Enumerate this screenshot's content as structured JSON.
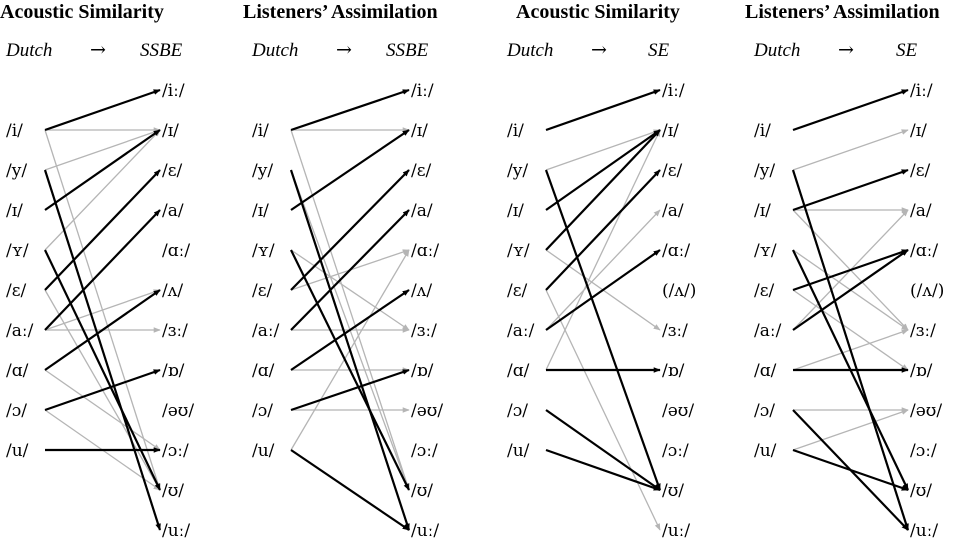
{
  "colors": {
    "strong": "#000000",
    "weak": "#b5b5b5"
  },
  "panels": [
    {
      "title": "Acoustic Similarity",
      "source_lang": "Dutch",
      "arrow": "→",
      "target_lang": "SSBE",
      "source_vowels": [
        "/i/",
        "/y/",
        "/ɪ/",
        "/ʏ/",
        "/ɛ/",
        "/aː/",
        "/ɑ/",
        "/ɔ/",
        "/u/"
      ],
      "target_vowels": [
        "/iː/",
        "/ɪ/",
        "/ɛ/",
        "/a/",
        "/ɑː/",
        "/ʌ/",
        "/ɜː/",
        "/ɒ/",
        "/əʊ/",
        "/ɔː/",
        "/ʊ/",
        "/uː/"
      ],
      "links": [
        {
          "from": "/i/",
          "to": "/iː/",
          "strength": "strong"
        },
        {
          "from": "/i/",
          "to": "/ɪ/",
          "strength": "weak"
        },
        {
          "from": "/i/",
          "to": "/ʊ/",
          "strength": "weak"
        },
        {
          "from": "/y/",
          "to": "/ɪ/",
          "strength": "weak"
        },
        {
          "from": "/y/",
          "to": "/uː/",
          "strength": "strong"
        },
        {
          "from": "/ɪ/",
          "to": "/ɪ/",
          "strength": "strong"
        },
        {
          "from": "/ʏ/",
          "to": "/ʊ/",
          "strength": "strong"
        },
        {
          "from": "/ʏ/",
          "to": "/ɪ/",
          "strength": "weak"
        },
        {
          "from": "/ɛ/",
          "to": "/ɛ/",
          "strength": "strong"
        },
        {
          "from": "/ɛ/",
          "to": "/ʊ/",
          "strength": "weak"
        },
        {
          "from": "/aː/",
          "to": "/a/",
          "strength": "strong"
        },
        {
          "from": "/aː/",
          "to": "/ɜː/",
          "strength": "weak"
        },
        {
          "from": "/aː/",
          "to": "/ʌ/",
          "strength": "weak"
        },
        {
          "from": "/ɑ/",
          "to": "/ʌ/",
          "strength": "strong"
        },
        {
          "from": "/ɑ/",
          "to": "/ɔː/",
          "strength": "weak"
        },
        {
          "from": "/ɔ/",
          "to": "/ɒ/",
          "strength": "strong"
        },
        {
          "from": "/ɔ/",
          "to": "/ʊ/",
          "strength": "weak"
        },
        {
          "from": "/u/",
          "to": "/ɔː/",
          "strength": "strong"
        }
      ]
    },
    {
      "title": "Listeners’ Assimilation",
      "source_lang": "Dutch",
      "arrow": "→",
      "target_lang": "SSBE",
      "source_vowels": [
        "/i/",
        "/y/",
        "/ɪ/",
        "/ʏ/",
        "/ɛ/",
        "/aː/",
        "/ɑ/",
        "/ɔ/",
        "/u/"
      ],
      "target_vowels": [
        "/iː/",
        "/ɪ/",
        "/ɛ/",
        "/a/",
        "/ɑː/",
        "/ʌ/",
        "/ɜː/",
        "/ɒ/",
        "/əʊ/",
        "/ɔː/",
        "/ʊ/",
        "/uː/"
      ],
      "links": [
        {
          "from": "/i/",
          "to": "/iː/",
          "strength": "strong"
        },
        {
          "from": "/i/",
          "to": "/ɪ/",
          "strength": "weak"
        },
        {
          "from": "/i/",
          "to": "/ʊ/",
          "strength": "weak"
        },
        {
          "from": "/y/",
          "to": "/uː/",
          "strength": "strong"
        },
        {
          "from": "/y/",
          "to": "/ʊ/",
          "strength": "weak"
        },
        {
          "from": "/ɪ/",
          "to": "/ɪ/",
          "strength": "strong"
        },
        {
          "from": "/ʏ/",
          "to": "/ʊ/",
          "strength": "strong"
        },
        {
          "from": "/ʏ/",
          "to": "/ɜː/",
          "strength": "weak"
        },
        {
          "from": "/ɛ/",
          "to": "/ɛ/",
          "strength": "strong"
        },
        {
          "from": "/ɛ/",
          "to": "/ɑː/",
          "strength": "weak"
        },
        {
          "from": "/aː/",
          "to": "/a/",
          "strength": "strong"
        },
        {
          "from": "/aː/",
          "to": "/ɜː/",
          "strength": "weak"
        },
        {
          "from": "/ɑ/",
          "to": "/ʌ/",
          "strength": "strong"
        },
        {
          "from": "/ɑ/",
          "to": "/ɒ/",
          "strength": "weak"
        },
        {
          "from": "/ɔ/",
          "to": "/ɒ/",
          "strength": "strong"
        },
        {
          "from": "/ɔ/",
          "to": "/əʊ/",
          "strength": "weak"
        },
        {
          "from": "/u/",
          "to": "/uː/",
          "strength": "strong"
        },
        {
          "from": "/u/",
          "to": "/ɑː/",
          "strength": "weak"
        }
      ]
    },
    {
      "title": "Acoustic Similarity",
      "source_lang": "Dutch",
      "arrow": "→",
      "target_lang": "SE",
      "source_vowels": [
        "/i/",
        "/y/",
        "/ɪ/",
        "/ʏ/",
        "/ɛ/",
        "/aː/",
        "/ɑ/",
        "/ɔ/",
        "/u/"
      ],
      "target_vowels": [
        "/iː/",
        "/ɪ/",
        "/ɛ/",
        "/a/",
        "/ɑː/",
        "(/ʌ/)",
        "/ɜː/",
        "/ɒ/",
        "/əʊ/",
        "/ɔː/",
        "/ʊ/",
        "/uː/"
      ],
      "links": [
        {
          "from": "/i/",
          "to": "/iː/",
          "strength": "strong"
        },
        {
          "from": "/y/",
          "to": "/ɪ/",
          "strength": "weak"
        },
        {
          "from": "/y/",
          "to": "/ʊ/",
          "strength": "strong"
        },
        {
          "from": "/ɪ/",
          "to": "/ɪ/",
          "strength": "strong"
        },
        {
          "from": "/ʏ/",
          "to": "/ɪ/",
          "strength": "strong"
        },
        {
          "from": "/ʏ/",
          "to": "/ɜː/",
          "strength": "weak"
        },
        {
          "from": "/ɛ/",
          "to": "/ɛ/",
          "strength": "strong"
        },
        {
          "from": "/ɛ/",
          "to": "/uː/",
          "strength": "weak"
        },
        {
          "from": "/aː/",
          "to": "/ɑː/",
          "strength": "strong"
        },
        {
          "from": "/aː/",
          "to": "/a/",
          "strength": "weak"
        },
        {
          "from": "/ɑ/",
          "to": "/ɒ/",
          "strength": "strong"
        },
        {
          "from": "/ɑ/",
          "to": "/ɪ/",
          "strength": "weak"
        },
        {
          "from": "/ɔ/",
          "to": "/ʊ/",
          "strength": "strong"
        },
        {
          "from": "/u/",
          "to": "/ʊ/",
          "strength": "strong"
        }
      ]
    },
    {
      "title": "Listeners’ Assimilation",
      "source_lang": "Dutch",
      "arrow": "→",
      "target_lang": "SE",
      "source_vowels": [
        "/i/",
        "/y/",
        "/ɪ/",
        "/ʏ/",
        "/ɛ/",
        "/aː/",
        "/ɑ/",
        "/ɔ/",
        "/u/"
      ],
      "target_vowels": [
        "/iː/",
        "/ɪ/",
        "/ɛ/",
        "/a/",
        "/ɑː/",
        "(/ʌ/)",
        "/ɜː/",
        "/ɒ/",
        "/əʊ/",
        "/ɔː/",
        "/ʊ/",
        "/uː/"
      ],
      "links": [
        {
          "from": "/i/",
          "to": "/iː/",
          "strength": "strong"
        },
        {
          "from": "/y/",
          "to": "/uː/",
          "strength": "strong"
        },
        {
          "from": "/y/",
          "to": "/ɪ/",
          "strength": "weak"
        },
        {
          "from": "/ɪ/",
          "to": "/ɛ/",
          "strength": "strong"
        },
        {
          "from": "/ɪ/",
          "to": "/a/",
          "strength": "weak"
        },
        {
          "from": "/ɪ/",
          "to": "/ɜː/",
          "strength": "weak"
        },
        {
          "from": "/ʏ/",
          "to": "/ʊ/",
          "strength": "strong"
        },
        {
          "from": "/ʏ/",
          "to": "/ɜː/",
          "strength": "weak"
        },
        {
          "from": "/ɛ/",
          "to": "/ɑː/",
          "strength": "strong"
        },
        {
          "from": "/ɛ/",
          "to": "/ɒ/",
          "strength": "weak"
        },
        {
          "from": "/aː/",
          "to": "/ɑː/",
          "strength": "strong"
        },
        {
          "from": "/aː/",
          "to": "/a/",
          "strength": "weak"
        },
        {
          "from": "/ɑ/",
          "to": "/ɒ/",
          "strength": "strong"
        },
        {
          "from": "/ɑ/",
          "to": "/ɜː/",
          "strength": "weak"
        },
        {
          "from": "/ɔ/",
          "to": "/uː/",
          "strength": "strong"
        },
        {
          "from": "/ɔ/",
          "to": "/əʊ/",
          "strength": "weak"
        },
        {
          "from": "/u/",
          "to": "/ʊ/",
          "strength": "strong"
        },
        {
          "from": "/u/",
          "to": "/əʊ/",
          "strength": "weak"
        }
      ]
    }
  ]
}
